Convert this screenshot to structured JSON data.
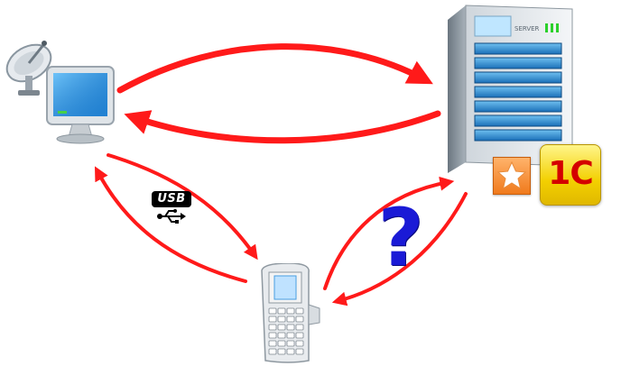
{
  "nodes": {
    "workstation": {
      "label": ""
    },
    "server": {
      "brand_text": "SERVER"
    },
    "scanner": {
      "label": ""
    }
  },
  "connections": {
    "usb_label": "USB",
    "unknown_link_mark": "?"
  },
  "badges": {
    "one_c_text": "1С",
    "star_icon": "star-icon"
  },
  "colors": {
    "arrow": "#ff1a1a",
    "question": "#1a1ad6",
    "one_c_red": "#d40000",
    "one_c_yellow": "#f3d000"
  }
}
